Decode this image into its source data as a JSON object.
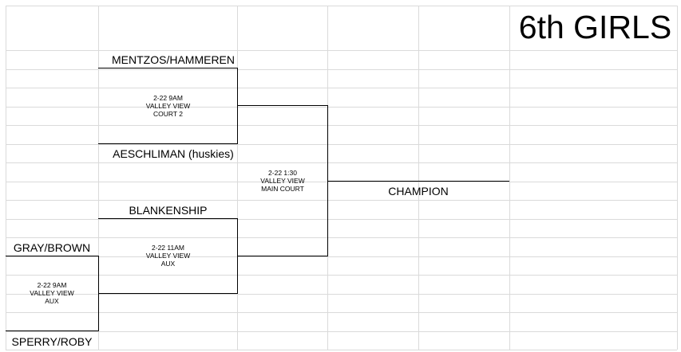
{
  "title": "6th GIRLS",
  "teams": {
    "mentzos_hammeren": "MENTZOS/HAMMEREN",
    "aeschliman": "AESCHLIMAN (huskies)",
    "blankenship": "BLANKENSHIP",
    "gray_brown": "GRAY/BROWN",
    "sperry_roby": "SPERRY/ROBY"
  },
  "games": {
    "semi_top": {
      "line1": "2-22 9AM",
      "line2": "VALLEY VIEW",
      "line3": "COURT 2"
    },
    "semi_bottom": {
      "line1": "2-22 11AM",
      "line2": "VALLEY VIEW",
      "line3": "AUX"
    },
    "play_in": {
      "line1": "2-22 9AM",
      "line2": "VALLEY VIEW",
      "line3": "AUX"
    },
    "final": {
      "line1": "2-22 1:30",
      "line2": "VALLEY VIEW",
      "line3": "MAIN COURT"
    }
  },
  "champion_label": "CHAMPION",
  "colors": {
    "gridline": "#dadada",
    "bracket_line": "#000000",
    "text": "#000000"
  }
}
